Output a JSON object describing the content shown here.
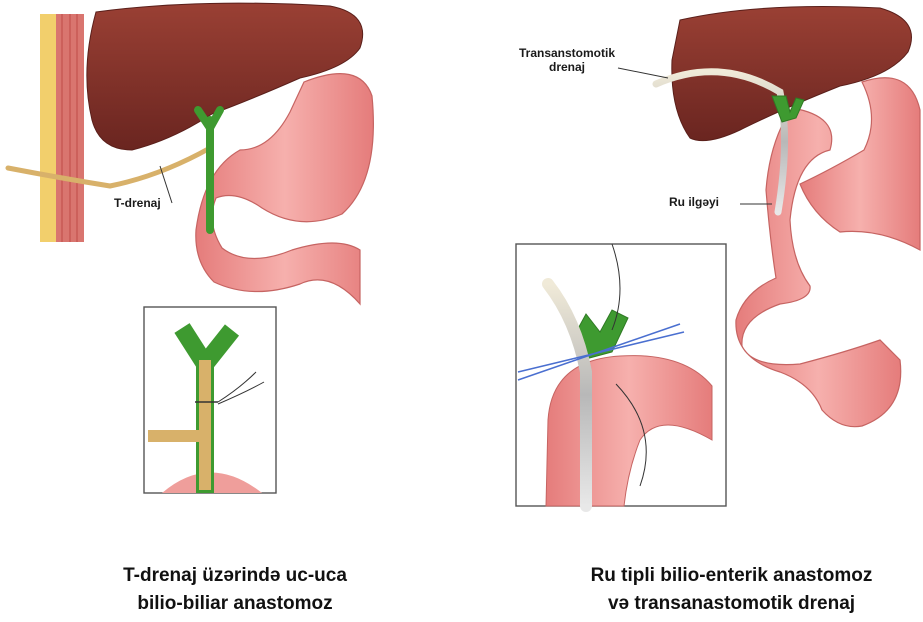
{
  "left_panel": {
    "label_t_drain": "T-drenaj",
    "caption_line1": "T-drenaj üzərində uc-uca",
    "caption_line2": "bilio-biliar anastomoz"
  },
  "right_panel": {
    "label_transanastomotic_line1": "Transanstomotik",
    "label_transanastomotic_line2": "drenaj",
    "label_roux_loop": "Ru ilgəyi",
    "caption_line1": "Ru tipli bilio-enterik anastomoz",
    "caption_line2": "və transanastomotik drenaj"
  },
  "colors": {
    "liver": "#7e2f26",
    "bowel": "#ec8f8c",
    "bile_duct": "#3e9a30",
    "t_tube": "#d8b16a",
    "drain_tube": "#c9c9c9",
    "suture_blue": "#4a6fd0"
  }
}
